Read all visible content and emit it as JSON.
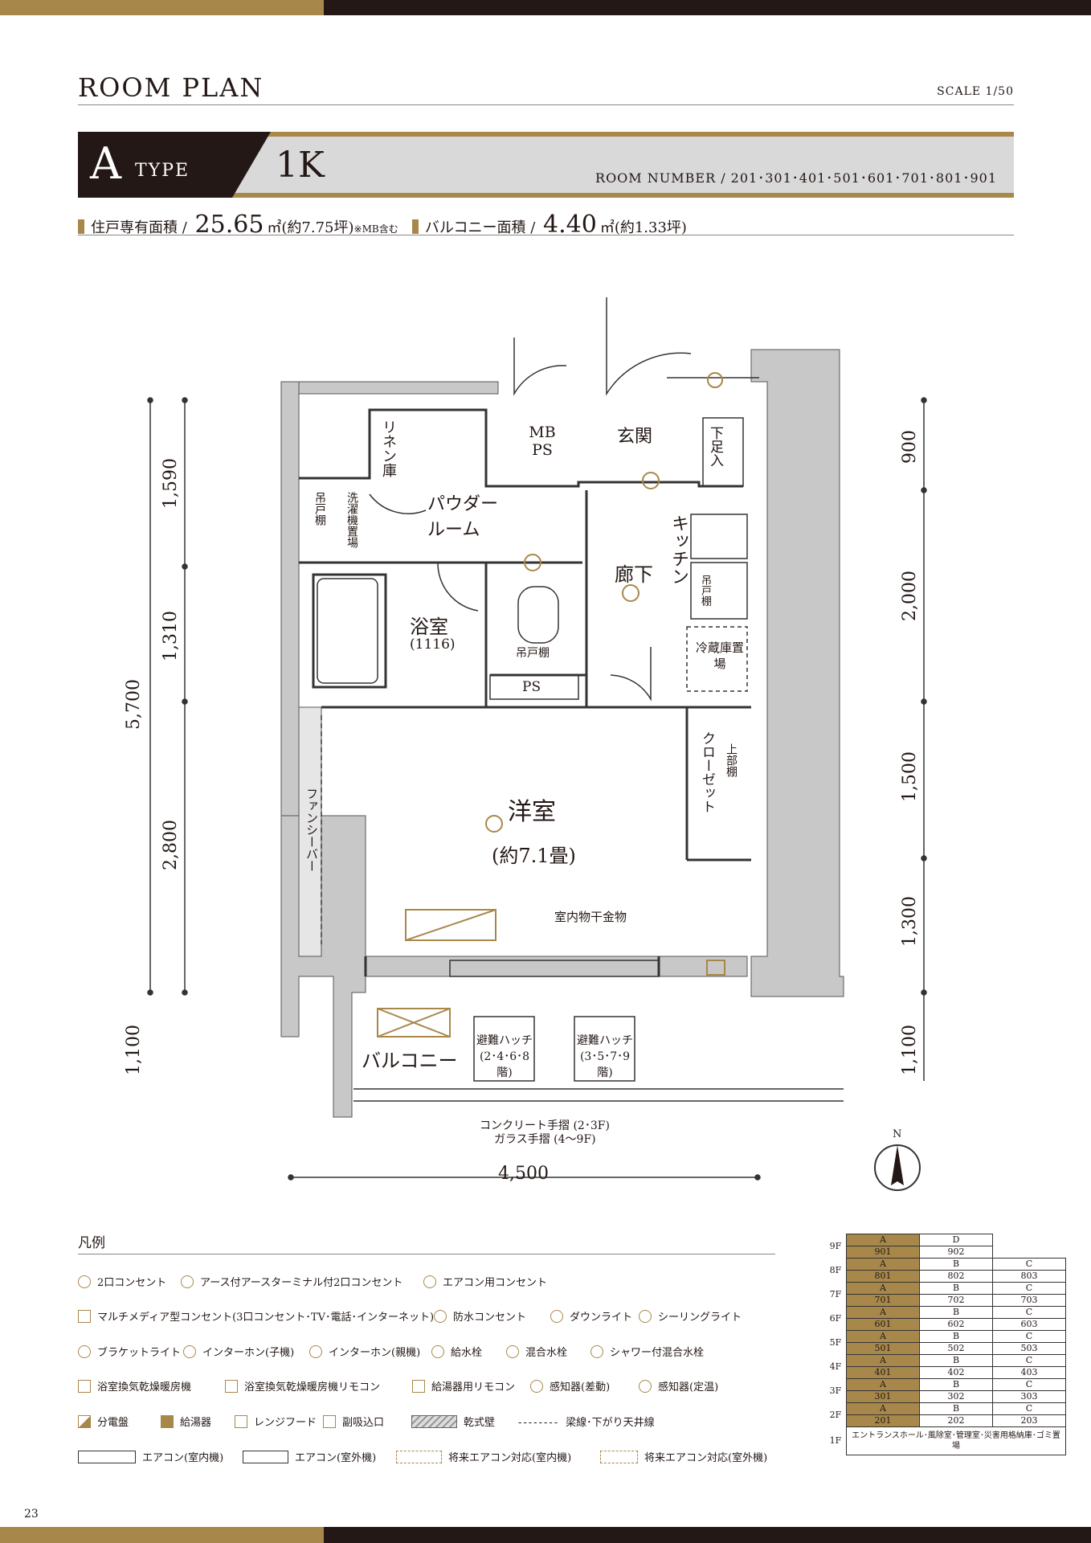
{
  "header": {
    "title": "ROOM PLAN",
    "scale": "SCALE 1/50",
    "type_letter": "A",
    "type_word": "TYPE",
    "layout": "1K",
    "room_number": "ROOM NUMBER / 201･301･401･501･601･701･801･901"
  },
  "area": {
    "unit_label": "住戸専有面積",
    "unit_value": "25.65",
    "unit_suffix": "㎡(約7.75坪)",
    "unit_note": "※MB含む",
    "balcony_label": "バルコニー面積",
    "balcony_value": "4.40",
    "balcony_suffix": "㎡(約1.33坪)"
  },
  "plan": {
    "rooms": {
      "mbps": "MB PS",
      "entrance": "玄関",
      "shoe": "下足入",
      "linen": "リネン庫",
      "powder": "パウダールーム",
      "washer": "洗濯機置場",
      "shelf1": "吊戸棚",
      "bath": "浴室",
      "bath_size": "(1116)",
      "shelf_toilet": "吊戸棚",
      "ps": "PS",
      "hall": "廊下",
      "kitchen": "キッチン",
      "shelf2": "吊戸棚",
      "fridge": "冷蔵庫置場",
      "closet": "クローゼット",
      "upper_shelf": "上部棚",
      "western": "洋室",
      "western_size": "(約7.1畳)",
      "fancy": "ファンシーバー",
      "hanger": "室内物干金物",
      "balcony": "バルコニー",
      "hatch1": "避難ハッチ (2･4･6･8階)",
      "hatch2": "避難ハッチ (3･5･7･9階)",
      "railing1": "コンクリート手摺 (2･3F)",
      "railing2": "ガラス手摺 (4〜9F)",
      "north": "N"
    },
    "dims_left": [
      "1,590",
      "1,310",
      "2,800",
      "1,100"
    ],
    "dim_total": "5,700",
    "dims_right": [
      "900",
      "2,000",
      "1,500",
      "1,300",
      "1,100"
    ],
    "dim_width": "4,500"
  },
  "legend": {
    "title": "凡例",
    "items": [
      "2口コンセント",
      "アース付アースターミナル付2口コンセント",
      "エアコン用コンセント",
      "マルチメディア型コンセント(3口コンセント･TV･電話･インターネット)",
      "防水コンセント",
      "ダウンライト",
      "シーリングライト",
      "ブラケットライト",
      "インターホン(子機)",
      "インターホン(親機)",
      "給水栓",
      "混合水栓",
      "シャワー付混合水栓",
      "浴室換気乾燥暖房機",
      "浴室換気乾燥暖房機リモコン",
      "給湯器用リモコン",
      "感知器(差動)",
      "感知器(定温)",
      "分電盤",
      "給湯器",
      "レンジフード",
      "副吸込口",
      "乾式壁",
      "梁線･下がり天井線",
      "エアコン(室内機)",
      "エアコン(室外機)",
      "将来エアコン対応(室内機)",
      "将来エアコン対応(室外機)"
    ]
  },
  "floors": [
    {
      "fl": "9F",
      "units": [
        [
          "A",
          "901"
        ],
        [
          "D",
          "902"
        ]
      ]
    },
    {
      "fl": "8F",
      "units": [
        [
          "A",
          "801"
        ],
        [
          "B",
          "802"
        ],
        [
          "C",
          "803"
        ]
      ]
    },
    {
      "fl": "7F",
      "units": [
        [
          "A",
          "701"
        ],
        [
          "B",
          "702"
        ],
        [
          "C",
          "703"
        ]
      ]
    },
    {
      "fl": "6F",
      "units": [
        [
          "A",
          "601"
        ],
        [
          "B",
          "602"
        ],
        [
          "C",
          "603"
        ]
      ]
    },
    {
      "fl": "5F",
      "units": [
        [
          "A",
          "501"
        ],
        [
          "B",
          "502"
        ],
        [
          "C",
          "503"
        ]
      ]
    },
    {
      "fl": "4F",
      "units": [
        [
          "A",
          "401"
        ],
        [
          "B",
          "402"
        ],
        [
          "C",
          "403"
        ]
      ]
    },
    {
      "fl": "3F",
      "units": [
        [
          "A",
          "301"
        ],
        [
          "B",
          "302"
        ],
        [
          "C",
          "303"
        ]
      ]
    },
    {
      "fl": "2F",
      "units": [
        [
          "A",
          "201"
        ],
        [
          "B",
          "202"
        ],
        [
          "C",
          "203"
        ]
      ]
    },
    {
      "fl": "1F",
      "note": "エントランスホール･風除室･管理室･災害用格納庫･ゴミ置場"
    }
  ],
  "page_number": "23",
  "colors": {
    "gold": "#a8884a",
    "dark": "#231815",
    "wall": "#c8c8c8"
  }
}
